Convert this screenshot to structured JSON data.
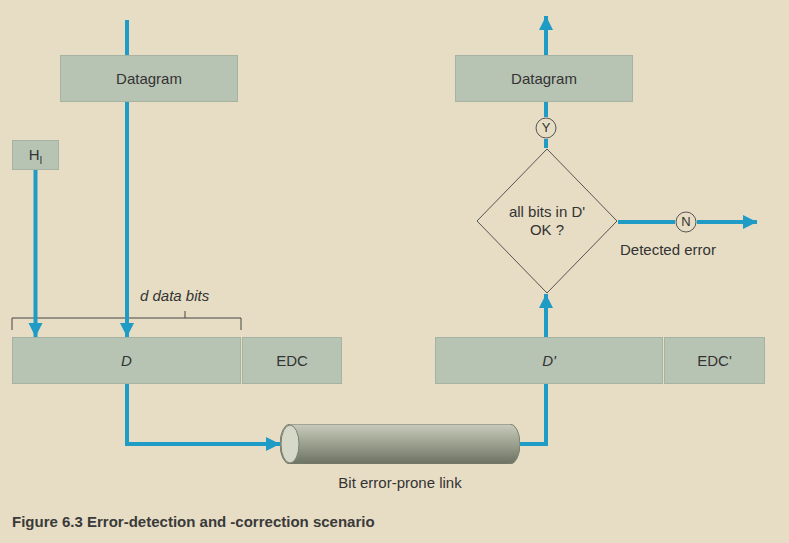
{
  "diagram": {
    "caption": "Figure 6.3 Error-detection and -correction scenario",
    "nodes": [
      {
        "text": [
          "Datagram"
        ]
      },
      {
        "text": [
          "H",
          "I"
        ]
      },
      {
        "text": [
          "D"
        ]
      },
      {
        "text": [
          "EDC"
        ]
      },
      {
        "text": [
          "Datagram"
        ]
      },
      {
        "text": [
          "Y"
        ]
      },
      {
        "text": [
          "all bits in D' OK ?"
        ]
      },
      {
        "text": [
          "N"
        ]
      },
      {
        "text": [
          "D'"
        ]
      },
      {
        "text": [
          "EDC'"
        ]
      },
      {
        "text": [
          "Bit error-prone link"
        ]
      }
    ],
    "edges": [
      {
        "from": 0,
        "to": 2,
        "arrow": "to"
      },
      {
        "from": 1,
        "to": 2,
        "arrow": "to"
      },
      {
        "from": 2,
        "to": 10,
        "arrow": "to"
      },
      {
        "from": 10,
        "to": 8,
        "arrow": "none"
      },
      {
        "from": 8,
        "to": 6,
        "arrow": "to"
      },
      {
        "from": 6,
        "to": 5,
        "arrow": "none"
      },
      {
        "from": 5,
        "to": 4,
        "arrow": "none"
      },
      {
        "from": 6,
        "to": 7,
        "arrow": "none"
      }
    ],
    "labels": [
      "d data bits",
      "Detected error"
    ]
  }
}
